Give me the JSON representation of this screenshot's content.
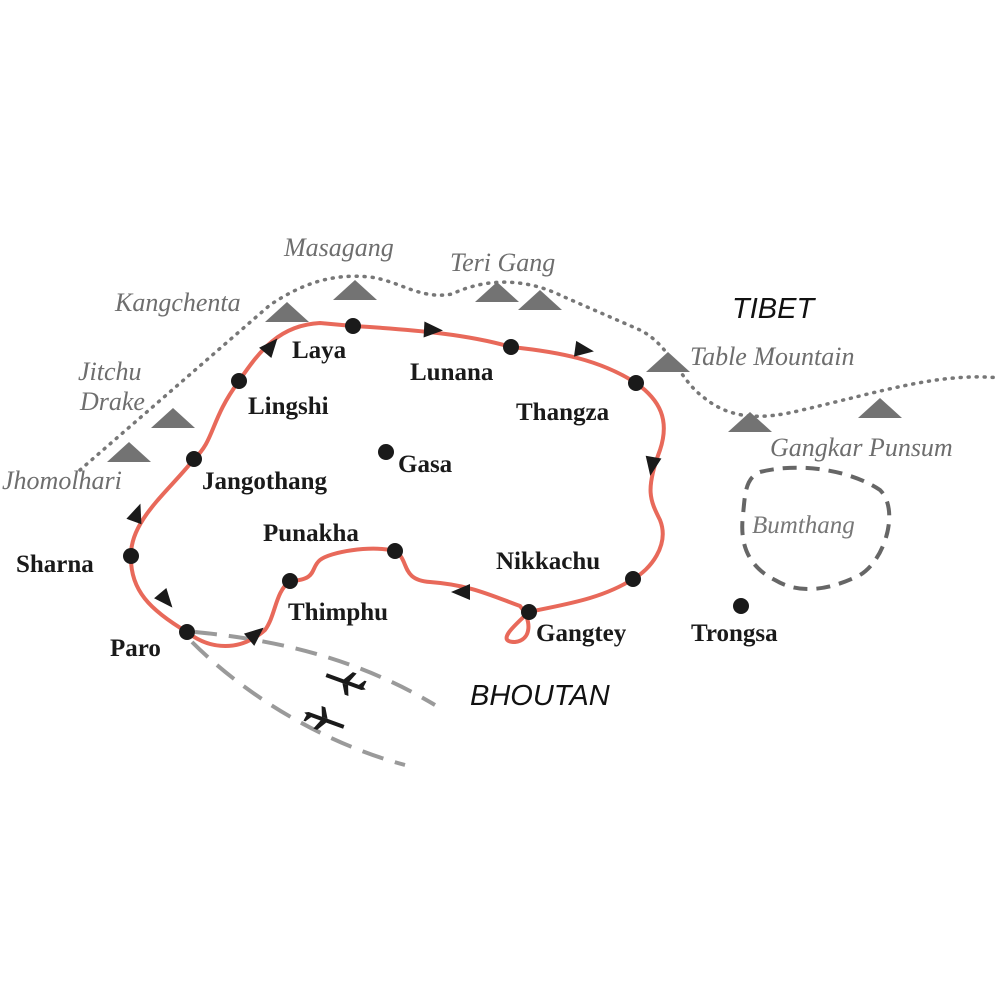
{
  "colors": {
    "route": "#e8695a",
    "dot": "#1a1a1a",
    "mountain": "#737373",
    "border": "#777777",
    "flight": "#9a9a9a"
  },
  "countries": {
    "tibet": "TIBET",
    "bhoutan": "BHOUTAN"
  },
  "region": "Bumthang",
  "peaks": [
    "Masagang",
    "Teri Gang",
    "Kangchenta",
    "Table Mountain",
    "Jitchu",
    "Drake",
    "Jhomolhari",
    "Gangkar Punsum"
  ],
  "places": [
    "Laya",
    "Lunana",
    "Lingshi",
    "Thangza",
    "Gasa",
    "Jangothang",
    "Sharna",
    "Punakha",
    "Nikkachu",
    "Thimphu",
    "Gangtey",
    "Trongsa",
    "Paro"
  ]
}
